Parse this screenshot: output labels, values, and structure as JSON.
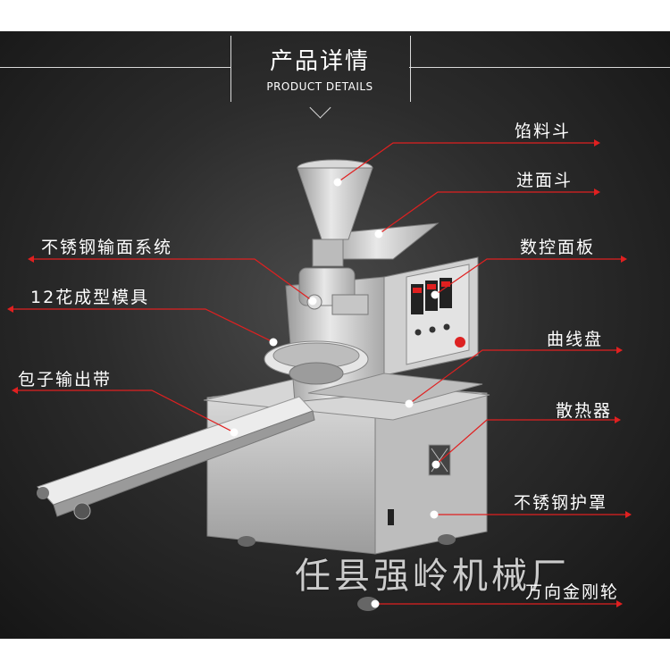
{
  "header": {
    "title": "产品详情",
    "subtitle": "PRODUCT DETAILS"
  },
  "labels": {
    "filling_hopper": "馅料斗",
    "dough_hopper": "进面斗",
    "stainless_dough_system": "不锈钢输面系统",
    "cnc_panel": "数控面板",
    "mold": "12花成型模具",
    "cam_disc": "曲线盘",
    "conveyor": "包子输出带",
    "radiator": "散热器",
    "stainless_cover": "不锈钢护罩",
    "wheels": "万向金刚轮"
  },
  "watermark": "任县强岭机械厂",
  "colors": {
    "accent_red": "#e02020",
    "background_dark": "#1c1c1c",
    "steel": "#c8c8c8"
  }
}
